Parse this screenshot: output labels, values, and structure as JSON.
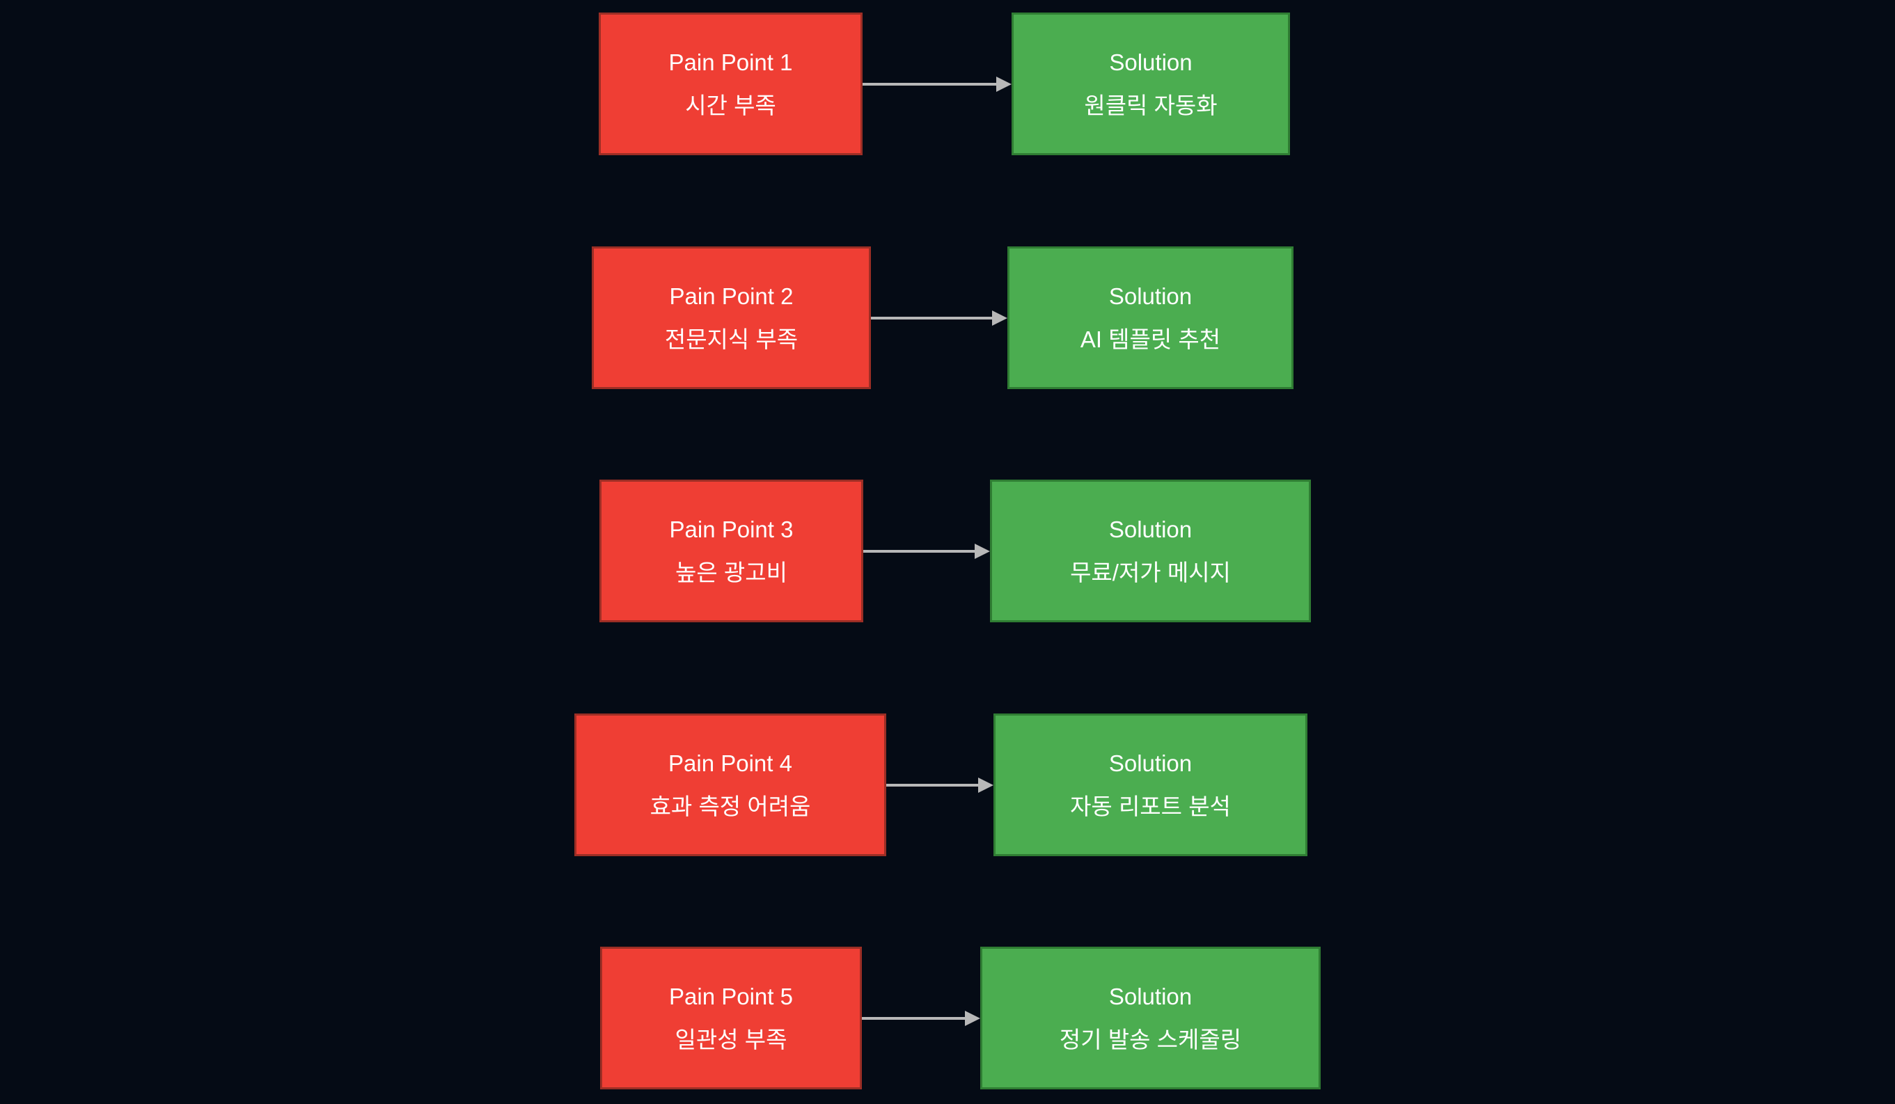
{
  "diagram": {
    "rows": [
      {
        "pain": {
          "title": "Pain Point 1",
          "subtitle": "시간 부족"
        },
        "solution": {
          "title": "Solution",
          "subtitle": "원클릭 자동화"
        }
      },
      {
        "pain": {
          "title": "Pain Point 2",
          "subtitle": "전문지식 부족"
        },
        "solution": {
          "title": "Solution",
          "subtitle": "AI 템플릿 추천"
        }
      },
      {
        "pain": {
          "title": "Pain Point 3",
          "subtitle": "높은 광고비"
        },
        "solution": {
          "title": "Solution",
          "subtitle": "무료/저가 메시지"
        }
      },
      {
        "pain": {
          "title": "Pain Point 4",
          "subtitle": "효과 측정 어려움"
        },
        "solution": {
          "title": "Solution",
          "subtitle": "자동 리포트 분석"
        }
      },
      {
        "pain": {
          "title": "Pain Point 5",
          "subtitle": "일관성 부족"
        },
        "solution": {
          "title": "Solution",
          "subtitle": "정기 발송 스케줄링"
        }
      }
    ],
    "colors": {
      "background": "#050b15",
      "pain_fill": "#ef3e34",
      "pain_border": "#9c2e25",
      "solution_fill": "#4bad50",
      "solution_border": "#2f7d33",
      "arrow": "#b8b8b8",
      "text": "#ffffff"
    }
  }
}
